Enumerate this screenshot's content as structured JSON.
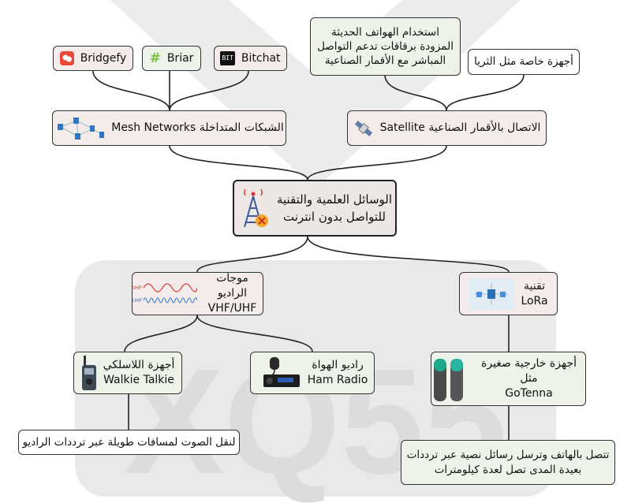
{
  "watermark": {
    "text": "XQ55"
  },
  "center": {
    "line1": "الوسائل العلمية والتقنية",
    "line2": "للتواصل بدون انترنت",
    "icon": "tower-no-signal-icon"
  },
  "mesh": {
    "label": "Mesh Networks الشبكات المتداخلة",
    "icon": "mesh-network-icon"
  },
  "satellite": {
    "label": "Satellite الاتصال بالأقمار الصناعية",
    "icon": "satellite-icon"
  },
  "apps": [
    {
      "label": "Bridgefy",
      "icon": "bridgefy-icon",
      "color": "#e8473a"
    },
    {
      "label": "Briar",
      "icon": "hash-icon",
      "color": "#7cc242"
    },
    {
      "label": "Bitchat",
      "icon": "bitchat-icon",
      "color": "#111111",
      "badge": "BIT"
    }
  ],
  "sat_phones": {
    "line1": "استخدام الهواتف الحديثة",
    "line2": "المزودة برقاقات تدعم التواصل",
    "line3": "المباشر مع الأقمار الصناعية"
  },
  "thuraya": {
    "label": "أجهزة خاصة مثل الثريا"
  },
  "radio": {
    "line1": "موجات الراديو",
    "line2": "VHF/UHF",
    "icon": "radio-waves-icon",
    "vhf": "VHF",
    "uhf": "UHF"
  },
  "lora": {
    "line1": "تقنية",
    "line2": "LoRa",
    "icon": "lora-icon"
  },
  "walkie": {
    "line1": "أجهزة اللاسلكي",
    "line2": "Walkie Talkie",
    "icon": "walkie-talkie-icon"
  },
  "ham": {
    "line1": "راديو الهواة",
    "line2": "Ham Radio",
    "icon": "ham-radio-icon"
  },
  "gotenna": {
    "line1": "أجهزة خارجية صغيرة مثل",
    "line2": "GoTenna",
    "icon": "gotenna-icon"
  },
  "walkie_desc": {
    "label": "لنقل الصوت لمسافات طويلة عبر ترددات الراديو"
  },
  "gotenna_desc": {
    "line1": "تتصل بالهاتف وترسل رسائل نصية عبر ترددات",
    "line2": "بعيدة المدى تصل لعدة كيلومترات"
  },
  "colors": {
    "pink": "#f4ecea",
    "green": "#eef3ea",
    "watermark": "#e9e9e9"
  }
}
